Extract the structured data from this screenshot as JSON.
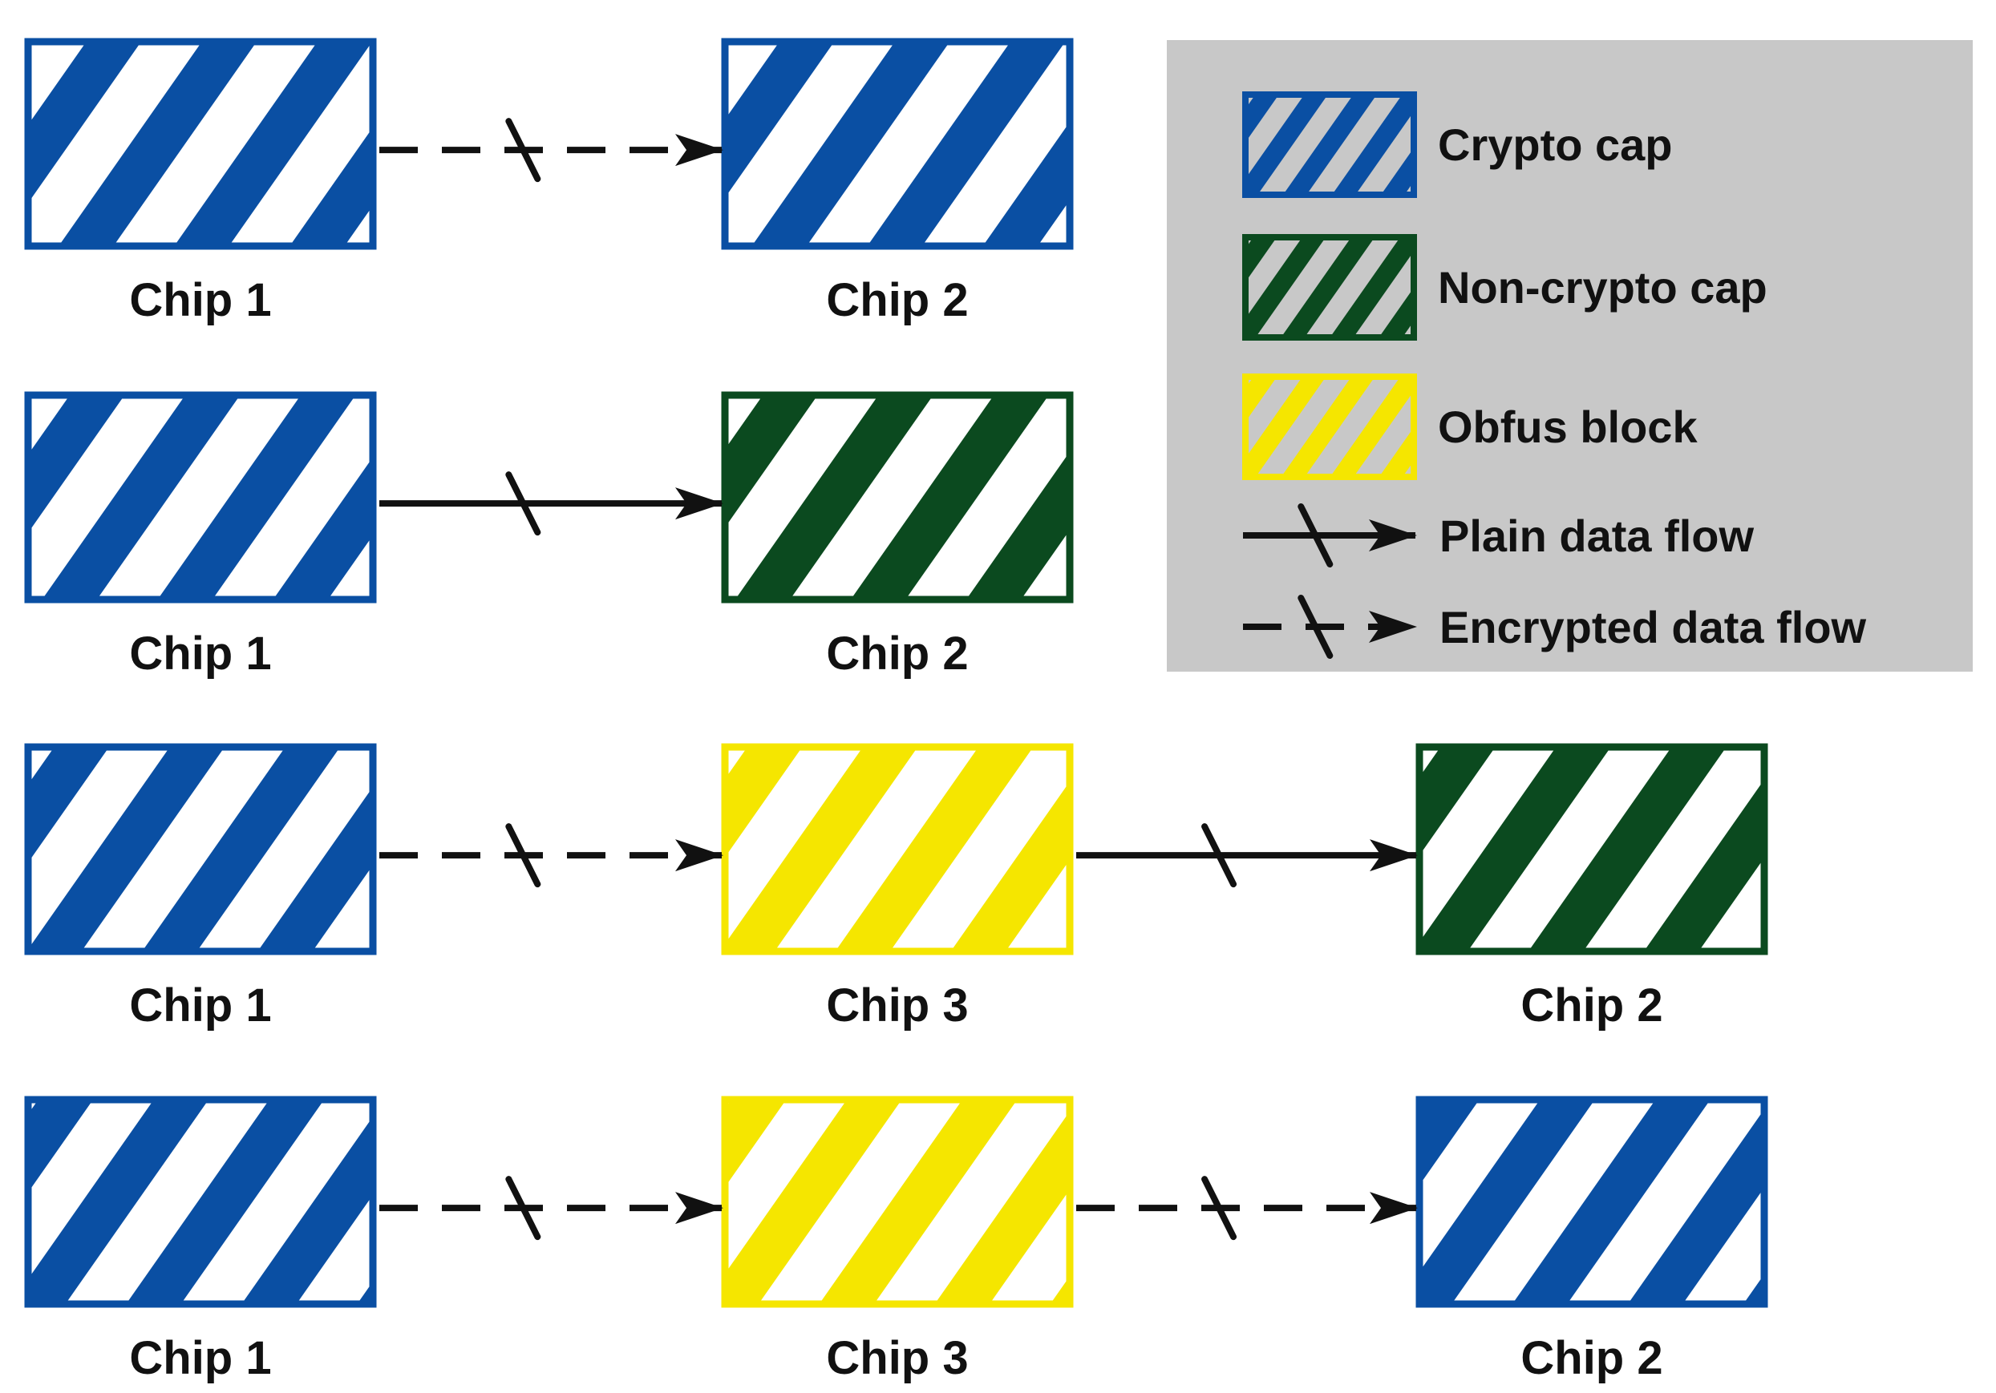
{
  "rows": [
    {
      "chips": [
        {
          "label": "Chip 1",
          "kind": "crypto"
        },
        {
          "label": "Chip 2",
          "kind": "crypto"
        }
      ],
      "flows": [
        "encrypted"
      ]
    },
    {
      "chips": [
        {
          "label": "Chip 1",
          "kind": "crypto"
        },
        {
          "label": "Chip 2",
          "kind": "noncrypto"
        }
      ],
      "flows": [
        "plain"
      ]
    },
    {
      "chips": [
        {
          "label": "Chip 1",
          "kind": "crypto"
        },
        {
          "label": "Chip 3",
          "kind": "obfus"
        },
        {
          "label": "Chip 2",
          "kind": "noncrypto"
        }
      ],
      "flows": [
        "encrypted",
        "plain"
      ]
    },
    {
      "chips": [
        {
          "label": "Chip 1",
          "kind": "crypto"
        },
        {
          "label": "Chip 3",
          "kind": "obfus"
        },
        {
          "label": "Chip 2",
          "kind": "crypto"
        }
      ],
      "flows": [
        "encrypted",
        "encrypted"
      ]
    }
  ],
  "legend": {
    "items": [
      {
        "kind": "crypto",
        "label": "Crypto cap"
      },
      {
        "kind": "noncrypto",
        "label": "Non-crypto cap"
      },
      {
        "kind": "obfus",
        "label": "Obfus block"
      }
    ],
    "flows": [
      {
        "kind": "plain",
        "label": "Plain data flow"
      },
      {
        "kind": "encrypted",
        "label": "Encrypted data flow"
      }
    ],
    "background_color": "#c8c8c8"
  },
  "colors": {
    "crypto": "#0a4fa3",
    "noncrypto": "#0b4a1f",
    "obfus": "#f5e600",
    "legend_stripe_alt": "#c8c8c8",
    "arrow": "#111111"
  }
}
